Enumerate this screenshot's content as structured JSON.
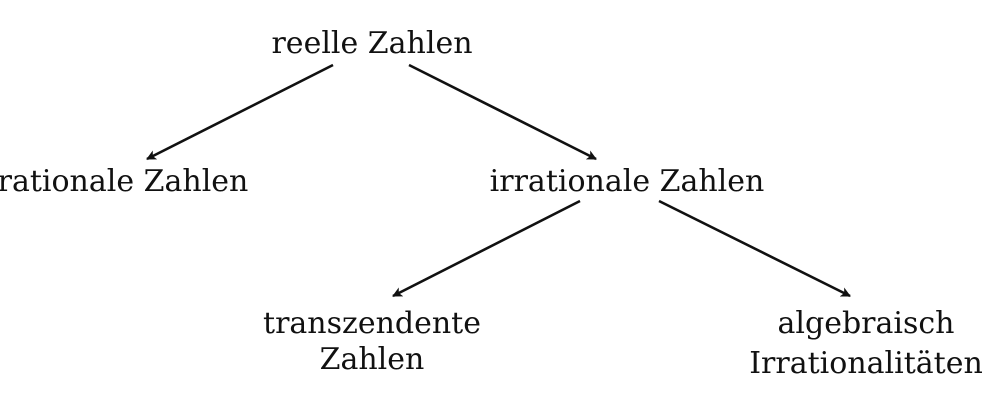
{
  "nodes": {
    "root": {
      "lines": [
        "reelle Zahlen"
      ]
    },
    "rational": {
      "lines": [
        "rationale Zahlen"
      ]
    },
    "irrational": {
      "lines": [
        "irrationale Zahlen"
      ]
    },
    "transcendental": {
      "lines": [
        "transzendente",
        "Zahlen"
      ]
    },
    "algebraic": {
      "lines": [
        "algebraisch",
        "Irrationalitäten"
      ]
    }
  },
  "edges": [
    {
      "from": "root",
      "to": "rational"
    },
    {
      "from": "root",
      "to": "irrational"
    },
    {
      "from": "irrational",
      "to": "transcendental"
    },
    {
      "from": "irrational",
      "to": "algebraic"
    }
  ],
  "colors": {
    "arrow": "#111111",
    "text": "#111111",
    "background": "#ffffff"
  }
}
